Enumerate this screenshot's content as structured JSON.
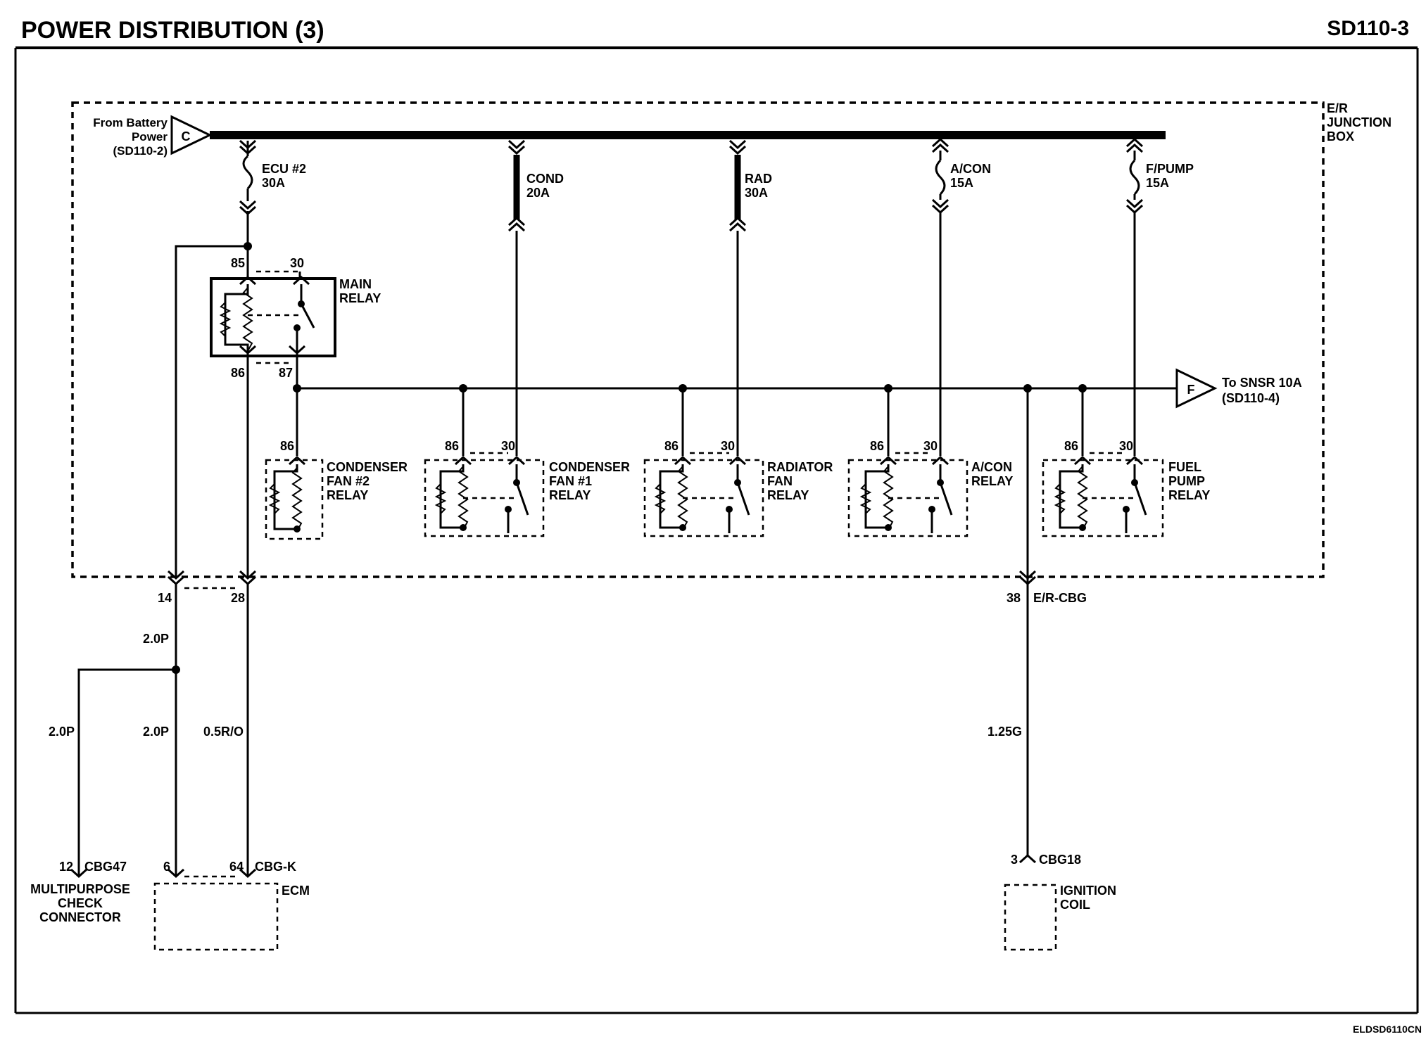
{
  "header": {
    "title": "POWER DISTRIBUTION (3)",
    "page_code": "SD110-3"
  },
  "footer": {
    "code": "ELDSD6110CN"
  },
  "junction_box": {
    "label_lines": [
      "E/R",
      "JUNCTION",
      "BOX"
    ]
  },
  "inputs": {
    "battery": {
      "lines": [
        "From Battery",
        "Power",
        "(SD110-2)"
      ],
      "letter": "C"
    },
    "snsr": {
      "lines": [
        "To SNSR 10A",
        "(SD110-4)"
      ],
      "letter": "F"
    }
  },
  "fuses": [
    {
      "name": "ECU #2",
      "rating": "30A"
    },
    {
      "name": "COND",
      "rating": "20A"
    },
    {
      "name": "RAD",
      "rating": "30A"
    },
    {
      "name": "A/CON",
      "rating": "15A"
    },
    {
      "name": "F/PUMP",
      "rating": "15A"
    }
  ],
  "main_relay": {
    "lines": [
      "MAIN",
      "RELAY"
    ],
    "pins": [
      "85",
      "30",
      "86",
      "87"
    ]
  },
  "relays": [
    {
      "lines": [
        "CONDENSER",
        "FAN #2",
        "RELAY"
      ],
      "pins": [
        "86"
      ]
    },
    {
      "lines": [
        "CONDENSER",
        "FAN #1",
        "RELAY"
      ],
      "pins": [
        "86",
        "30"
      ]
    },
    {
      "lines": [
        "RADIATOR",
        "FAN",
        "RELAY"
      ],
      "pins": [
        "86",
        "30"
      ]
    },
    {
      "lines": [
        "A/CON",
        "RELAY"
      ],
      "pins": [
        "86",
        "30"
      ]
    },
    {
      "lines": [
        "FUEL",
        "PUMP",
        "RELAY"
      ],
      "pins": [
        "86",
        "30"
      ]
    }
  ],
  "connector_pins": {
    "left": "14",
    "mid": "28",
    "right": "38",
    "right_name": "E/R-CBG"
  },
  "wires": {
    "w1": "2.0P",
    "w2": "2.0P",
    "w3": "2.0P",
    "w4": "0.5R/O",
    "w5": "1.25G"
  },
  "components": {
    "mpc": {
      "pin": "12",
      "connector": "CBG47",
      "lines": [
        "MULTIPURPOSE",
        "CHECK",
        "CONNECTOR"
      ]
    },
    "ecm": {
      "pin_a": "6",
      "pin_b": "64",
      "connector": "CBG-K",
      "name": "ECM"
    },
    "ignition": {
      "pin": "3",
      "connector": "CBG18",
      "lines": [
        "IGNITION",
        "COIL"
      ]
    }
  }
}
